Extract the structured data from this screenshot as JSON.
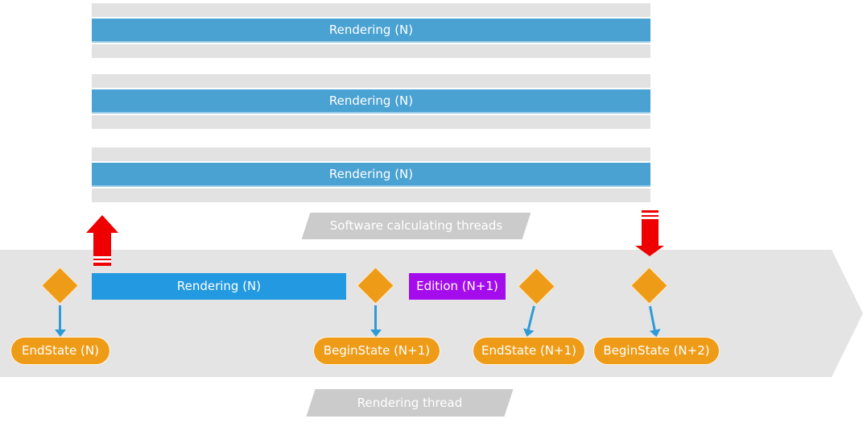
{
  "colors": {
    "top_bar_blue": "#4AA2D2",
    "timeline_blue": "#2299E0",
    "purple": "#A40CEC",
    "orange": "#EE9C18",
    "red": "#EE0000",
    "gray_band": "#E2E2E2",
    "arrow_gray": "#E4E4E4",
    "label_gray": "#CBCBCB",
    "connector_blue": "#2E9BD6"
  },
  "icons": {
    "up_transfer": "red-arrow-up",
    "down_transfer": "red-arrow-down",
    "state_marker": "orange-diamond",
    "state_link": "blue-arrow-down"
  },
  "software_threads": {
    "label": "Software calculating threads",
    "rows": [
      {
        "label": "Rendering (N)"
      },
      {
        "label": "Rendering (N)"
      },
      {
        "label": "Rendering (N)"
      }
    ]
  },
  "rendering_thread": {
    "label": "Rendering thread",
    "rendering_bar": "Rendering (N)",
    "edition_bar": "Edition (N+1)",
    "states": [
      {
        "label": "EndState (N)"
      },
      {
        "label": "BeginState (N+1)"
      },
      {
        "label": "EndState (N+1)"
      },
      {
        "label": "BeginState (N+2)"
      }
    ]
  }
}
